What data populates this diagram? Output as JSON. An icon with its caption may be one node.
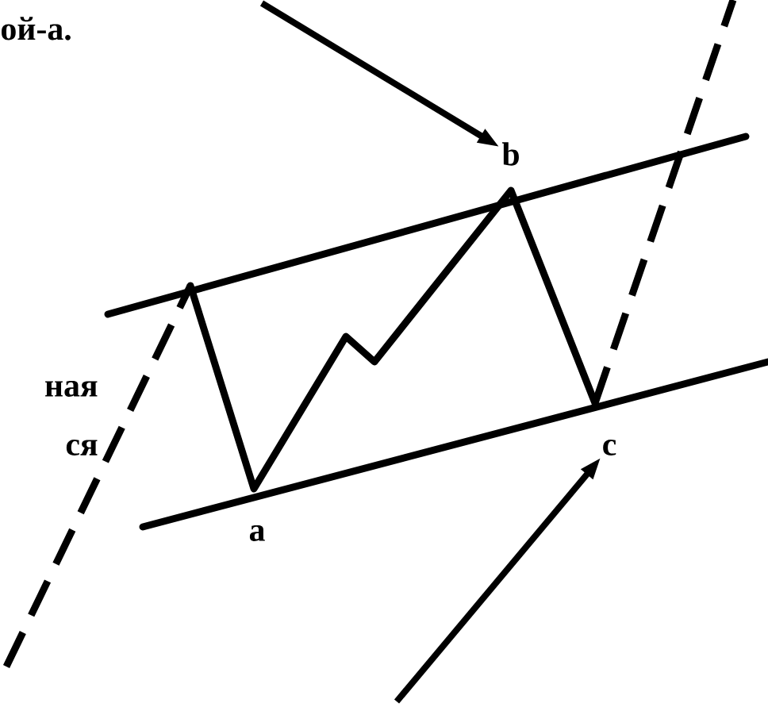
{
  "diagram": {
    "nodes": [
      {
        "text": [
          "a"
        ]
      },
      {
        "text": [
          "b"
        ]
      },
      {
        "text": [
          "c"
        ]
      }
    ],
    "edges": [
      {
        "from": null,
        "to": 1,
        "arrow": "to"
      },
      {
        "from": null,
        "to": 2,
        "arrow": "to"
      }
    ],
    "labels": [
      "ой-а.",
      "ная",
      "ся"
    ]
  }
}
